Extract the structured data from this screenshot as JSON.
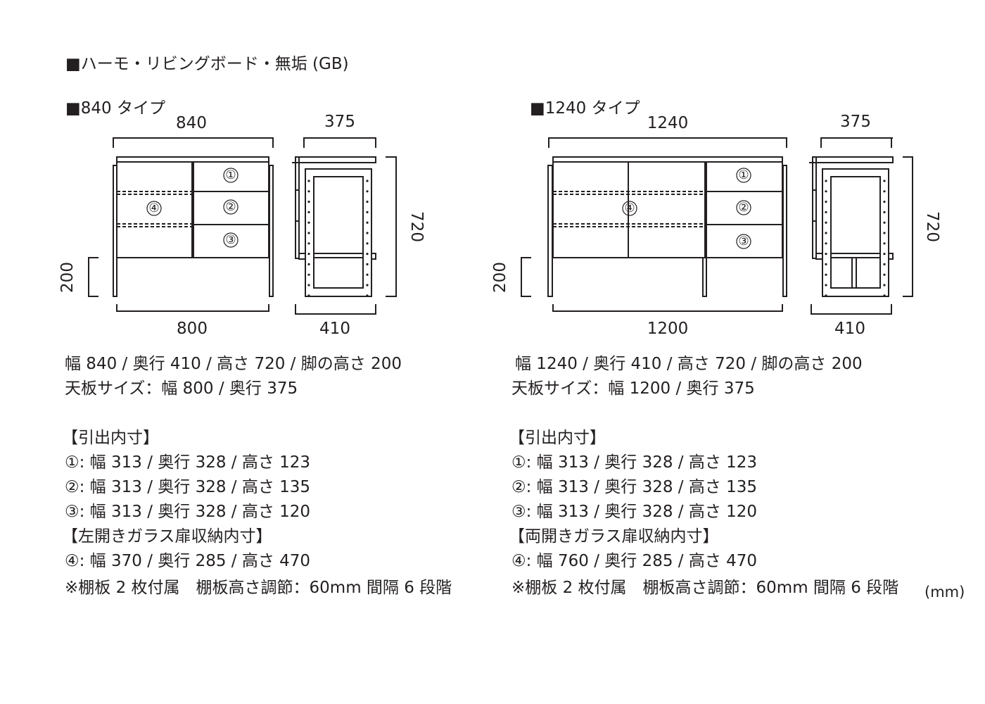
{
  "title": "■ハーモ・リビングボード・無垢 (GB)",
  "unit": "(mm)",
  "types": [
    {
      "heading": "■840 タイプ",
      "dims": {
        "width_top": "840",
        "width_bottom": "800",
        "depth_top": "375",
        "depth_bottom": "410",
        "height": "720",
        "leg": "200"
      },
      "markers": [
        "①",
        "②",
        "③",
        "④"
      ],
      "spec": [
        "幅 840 / 奥行 410 / 高さ 720 / 脚の高さ 200",
        "天板サイズ：幅 800 / 奥行 375"
      ],
      "drawer_heading": "【引出内寸】",
      "drawers": [
        "①: 幅 313 / 奥行 328 / 高さ 123",
        "②: 幅 313 / 奥行 328 / 高さ 135",
        "③: 幅 313 / 奥行 328 / 高さ 120"
      ],
      "storage_heading": "【左開きガラス扉収納内寸】",
      "storage": "④: 幅 370 / 奥行 285 / 高さ 470",
      "note": "※棚板 2 枚付属　棚板高さ調節：60mm 間隔 6 段階"
    },
    {
      "heading": "■1240 タイプ",
      "dims": {
        "width_top": "1240",
        "width_bottom": "1200",
        "depth_top": "375",
        "depth_bottom": "410",
        "height": "720",
        "leg": "200"
      },
      "markers": [
        "①",
        "②",
        "③",
        "④"
      ],
      "spec": [
        "幅 1240 / 奥行 410 / 高さ 720 / 脚の高さ 200",
        "天板サイズ：幅 1200 / 奥行 375"
      ],
      "drawer_heading": "【引出内寸】",
      "drawers": [
        "①: 幅 313 / 奥行 328 / 高さ 123",
        "②: 幅 313 / 奥行 328 / 高さ 135",
        "③: 幅 313 / 奥行 328 / 高さ 120"
      ],
      "storage_heading": "【両開きガラス扉収納内寸】",
      "storage": "④: 幅 760 / 奥行 285 / 高さ 470",
      "note": "※棚板 2 枚付属　棚板高さ調節：60mm 間隔 6 段階"
    }
  ]
}
